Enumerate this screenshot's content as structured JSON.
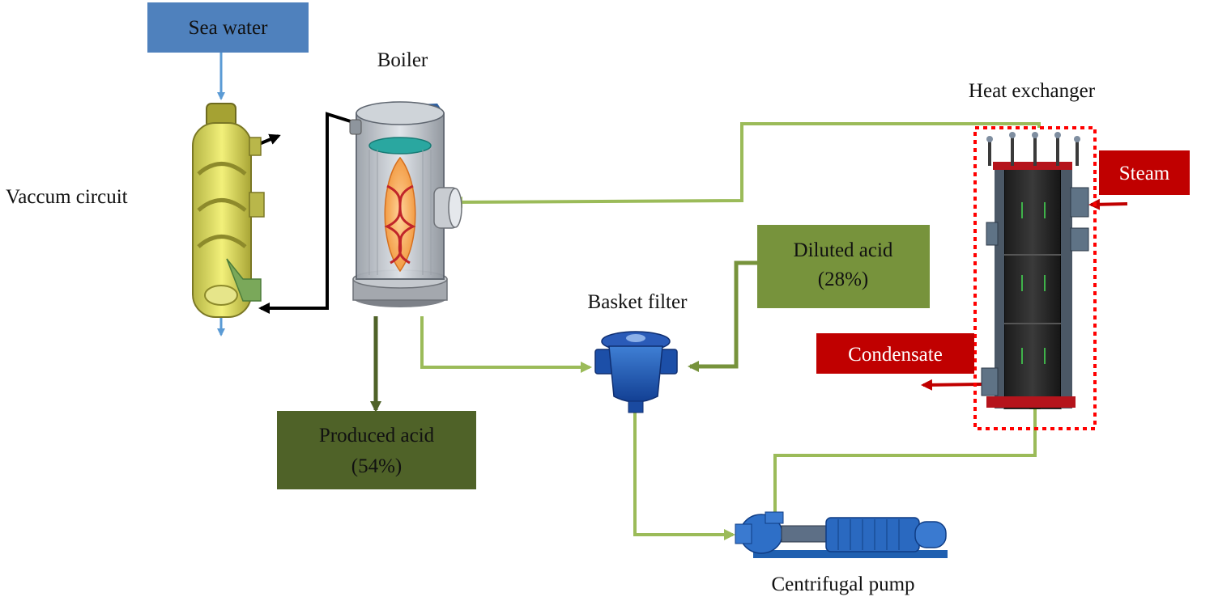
{
  "labels": {
    "sea_water": "Sea water",
    "boiler": "Boiler",
    "heat_exchanger": "Heat exchanger",
    "vacuum_circuit": "Vaccum circuit",
    "steam": "Steam",
    "diluted_acid_line1": "Diluted acid",
    "diluted_acid_line2": "(28%)",
    "basket_filter": "Basket filter",
    "condensate": "Condensate",
    "produced_acid_line1": "Produced acid",
    "produced_acid_line2": "(54%)",
    "centrifugal_pump": "Centrifugal pump"
  },
  "colors": {
    "sea_water_box": "#4f81bd",
    "sea_water_arrow": "#5b9bd5",
    "acid_box": "#4f6228",
    "diluted_box": "#77933c",
    "flow_line": "#9bbb59",
    "dark_flow": "#4f6228",
    "steam_box": "#c00000",
    "vacuum_line": "#000000",
    "hx_dotted": "#ff0000"
  },
  "icons": [
    "condenser-icon",
    "boiler-icon",
    "basket-filter-icon",
    "centrifugal-pump-icon",
    "heat-exchanger-icon"
  ]
}
